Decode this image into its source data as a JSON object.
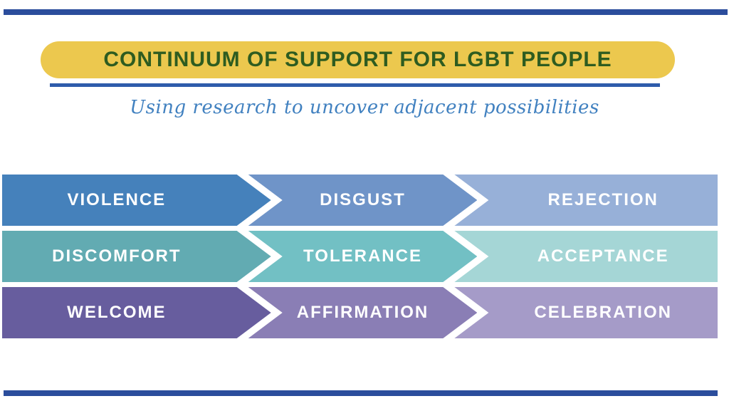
{
  "page": {
    "background": "#ffffff"
  },
  "top_bar": {
    "color": "#2b4d9c"
  },
  "bottom_bar": {
    "color": "#2b4d9c"
  },
  "header": {
    "title": "CONTINUUM OF SUPPORT FOR LGBT PEOPLE",
    "title_color": "#2e5c20",
    "highlight_color": "#ecc84e",
    "underline_color": "#2e5cab",
    "subtitle": "Using research to uncover adjacent possibilities",
    "subtitle_color": "#4181c0"
  },
  "continuum": {
    "label_color": "#ffffff",
    "rows": [
      {
        "name": "rejection-row",
        "segments": [
          {
            "label": "VIOLENCE",
            "color": "#4581bb"
          },
          {
            "label": "DISGUST",
            "color": "#6f94c8"
          },
          {
            "label": "REJECTION",
            "color": "#97b0d8"
          }
        ]
      },
      {
        "name": "tolerance-row",
        "segments": [
          {
            "label": "DISCOMFORT",
            "color": "#62abb2"
          },
          {
            "label": "TOLERANCE",
            "color": "#72c0c4"
          },
          {
            "label": "ACCEPTANCE",
            "color": "#a5d6d6"
          }
        ]
      },
      {
        "name": "celebration-row",
        "segments": [
          {
            "label": "WELCOME",
            "color": "#675d9e"
          },
          {
            "label": "AFFIRMATION",
            "color": "#8a7eb5"
          },
          {
            "label": "CELEBRATION",
            "color": "#a59bc8"
          }
        ]
      }
    ]
  }
}
